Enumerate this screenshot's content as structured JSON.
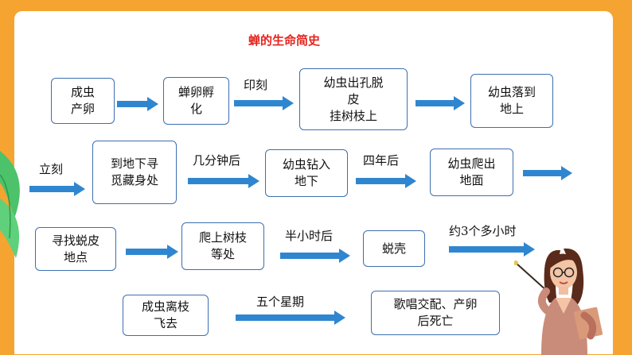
{
  "title": "蝉的生命简史",
  "steps": [
    "成虫\n产卵",
    "蝉卵孵\n化",
    "幼虫出孔脱\n皮\n挂树枝上",
    "幼虫落到\n地上",
    "到地下寻\n觅藏身处",
    "幼虫钻入\n地下",
    "幼虫爬出\n地面",
    "寻找蜕皮\n地点",
    "爬上树枝\n等处",
    "蜕壳",
    "成虫离枝\n飞去",
    "歌唱交配、产卵\n后死亡"
  ],
  "labels": [
    "印刻",
    "立刻",
    "几分钟后",
    "四年后",
    "半小时后",
    "约3个多小时",
    "五个星期"
  ],
  "colors": {
    "box_border": "#3e6fb0",
    "arrow": "#2f86d0",
    "title": "#e5231d",
    "background": "#f6a431"
  }
}
